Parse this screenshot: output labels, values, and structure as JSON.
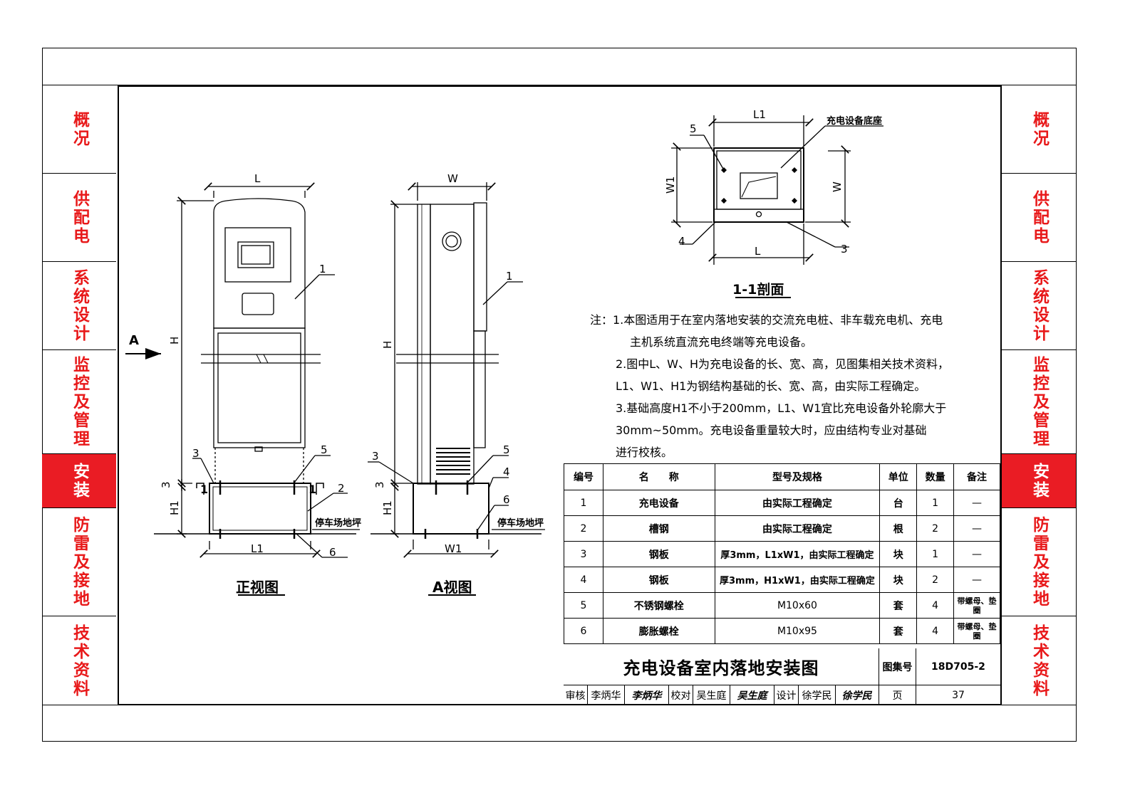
{
  "nav": {
    "items": [
      {
        "label": "概况",
        "active": false
      },
      {
        "label": "供配电",
        "active": false
      },
      {
        "label": "系统设计",
        "active": false
      },
      {
        "label": "监控及管理",
        "active": false
      },
      {
        "label": "安装",
        "active": true
      },
      {
        "label": "防雷及接地",
        "active": false
      },
      {
        "label": "技术资料",
        "active": false
      }
    ],
    "accent_color": "#e8191a"
  },
  "views": {
    "front_caption": "正视图",
    "side_caption": "A视图",
    "section_caption": "1-1剖面",
    "arrow_label": "A",
    "floor_label": "停车场地坪",
    "base_label": "充电设备底座",
    "dims": {
      "L": "L",
      "W": "W",
      "H": "H",
      "L1": "L1",
      "W1": "W1",
      "H1": "H1",
      "t": "3"
    },
    "callouts": {
      "c1": "1",
      "c2": "2",
      "c3": "3",
      "c4": "4",
      "c5": "5",
      "c6": "6"
    },
    "section_marks": {
      "s1": "1"
    }
  },
  "notes": {
    "lead": "注：",
    "n1a": "1.本图适用于在室内落地安装的交流充电桩、非车载充电机、充电",
    "n1b": "主机系统直流充电终端等充电设备。",
    "n2a": "2.图中L、W、H为充电设备的长、宽、高，见图集相关技术资料，",
    "n2b": "L1、W1、H1为钢结构基础的长、宽、高，由实际工程确定。",
    "n3a": "3.基础高度H1不小于200mm，L1、W1宜比充电设备外轮廓大于",
    "n3b": "30mm~50mm。充电设备重量较大时，应由结构专业对基础",
    "n3c": "进行校核。"
  },
  "table": {
    "headers": {
      "no": "编号",
      "name": "名　　称",
      "spec": "型号及规格",
      "unit": "单位",
      "qty": "数量",
      "remark": "备注"
    },
    "rows": [
      {
        "no": "1",
        "name": "充电设备",
        "spec": "由实际工程确定",
        "unit": "台",
        "qty": "1",
        "remark": "—"
      },
      {
        "no": "2",
        "name": "槽钢",
        "spec": "由实际工程确定",
        "unit": "根",
        "qty": "2",
        "remark": "—"
      },
      {
        "no": "3",
        "name": "钢板",
        "spec": "厚3mm，L1xW1，由实际工程确定",
        "unit": "块",
        "qty": "1",
        "remark": "—"
      },
      {
        "no": "4",
        "name": "钢板",
        "spec": "厚3mm，H1xW1，由实际工程确定",
        "unit": "块",
        "qty": "2",
        "remark": "—"
      },
      {
        "no": "5",
        "name": "不锈钢螺栓",
        "spec": "M10x60",
        "unit": "套",
        "qty": "4",
        "remark": "带螺母、垫圈"
      },
      {
        "no": "6",
        "name": "膨胀螺栓",
        "spec": "M10x95",
        "unit": "套",
        "qty": "4",
        "remark": "带螺母、垫圈"
      }
    ]
  },
  "title_block": {
    "title": "充电设备室内落地安装图",
    "atlas_label": "图集号",
    "atlas_no": "18D705-2",
    "page_label": "页",
    "page_no": "37",
    "review_label": "审核",
    "reviewer": "李炳华",
    "reviewer_sig": "李炳华",
    "check_label": "校对",
    "checker": "吴生庭",
    "checker_sig": "吴生庭",
    "design_label": "设计",
    "designer": "徐学民",
    "designer_sig": "徐学民"
  }
}
